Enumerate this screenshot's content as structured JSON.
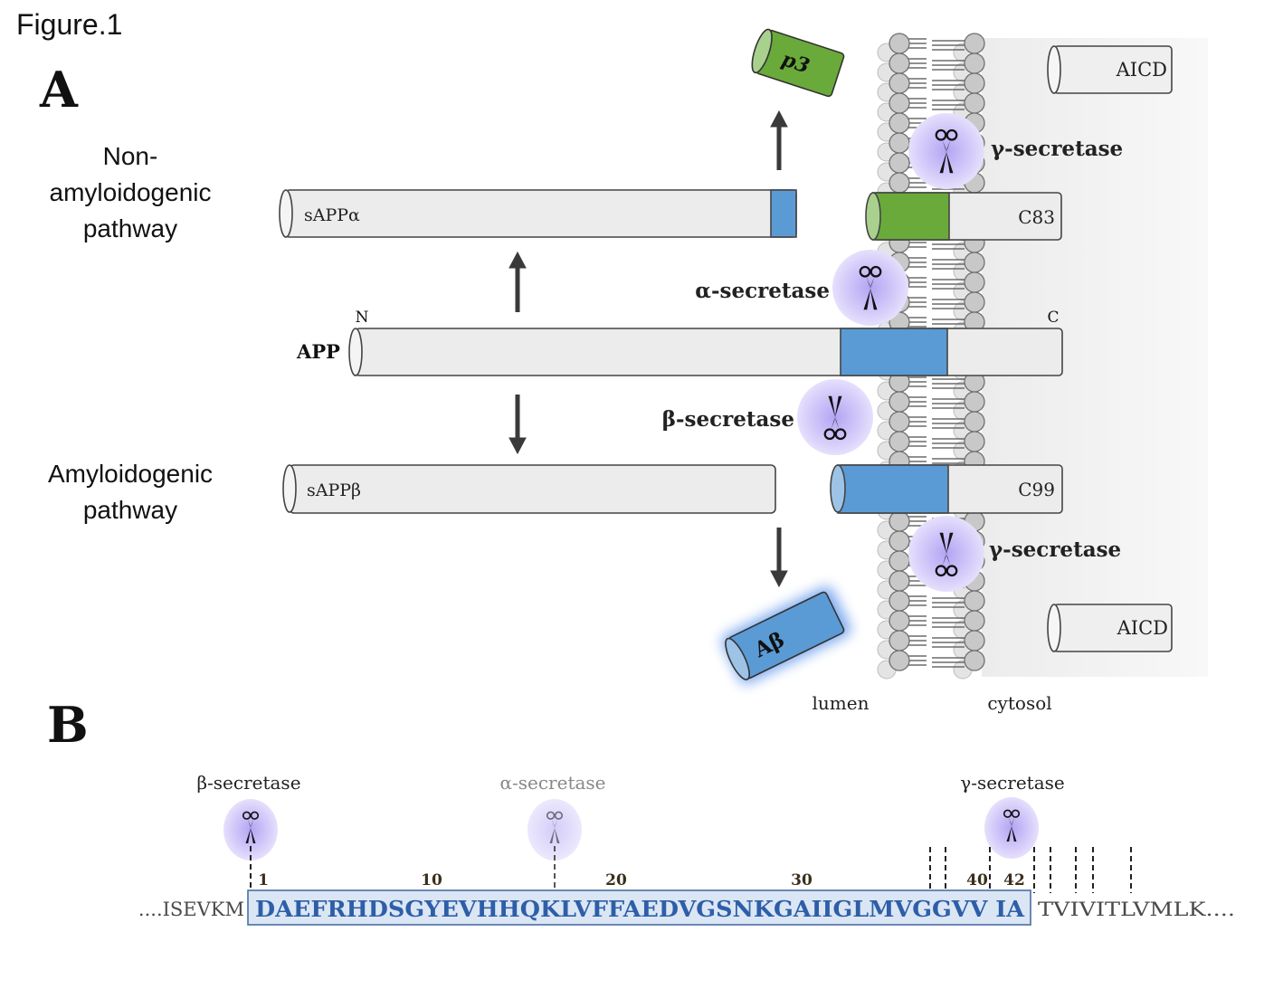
{
  "figure": {
    "title": "Figure.1",
    "panel_a_label": "A",
    "panel_b_label": "B"
  },
  "panel_a": {
    "pathways": {
      "non_amyloidogenic": [
        "Non-",
        "amyloidogenic",
        "pathway"
      ],
      "amyloidogenic": [
        "Amyloidogenic",
        "pathway"
      ]
    },
    "app": {
      "label": "APP",
      "n_terminus": "N",
      "c_terminus": "C"
    },
    "fragments": {
      "sappa": "sAPPα",
      "sappb": "sAPPβ",
      "c83": "C83",
      "c99": "C99",
      "aicd_top": "AICD",
      "aicd_bottom": "AICD",
      "p3": "p3",
      "abeta": "Aβ"
    },
    "enzymes": {
      "alpha": "α-secretase",
      "beta": "β-secretase",
      "gamma_top": "γ-secretase",
      "gamma_bottom": "γ-secretase"
    },
    "compartments": {
      "lumen": "lumen",
      "cytosol": "cytosol"
    },
    "colors": {
      "abeta_domain": "#5b9bd5",
      "p3_domain": "#6aaa3a",
      "cylinder_body": "#ececec",
      "enzyme_halo": "#c9bff5",
      "membrane_head": "#c8c8c8"
    }
  },
  "panel_b": {
    "cleavage_labels": {
      "beta": "β-secretase",
      "alpha": "α-secretase",
      "gamma": "γ-secretase"
    },
    "position_markers": [
      "1",
      "10",
      "20",
      "30",
      "40",
      "42"
    ],
    "sequence_before": "....ISEVKM",
    "abeta_sequence": "DAEFRHDSGYEVHHQKLVFFAEDVGSNKGAIIGLMVGGVV IA",
    "sequence_after": "TVIVITLVMLK....",
    "colors": {
      "abeta_text": "#2e5ea8",
      "abeta_box_fill": "#dbe6f4",
      "flank_text": "#4a4a4a"
    }
  }
}
